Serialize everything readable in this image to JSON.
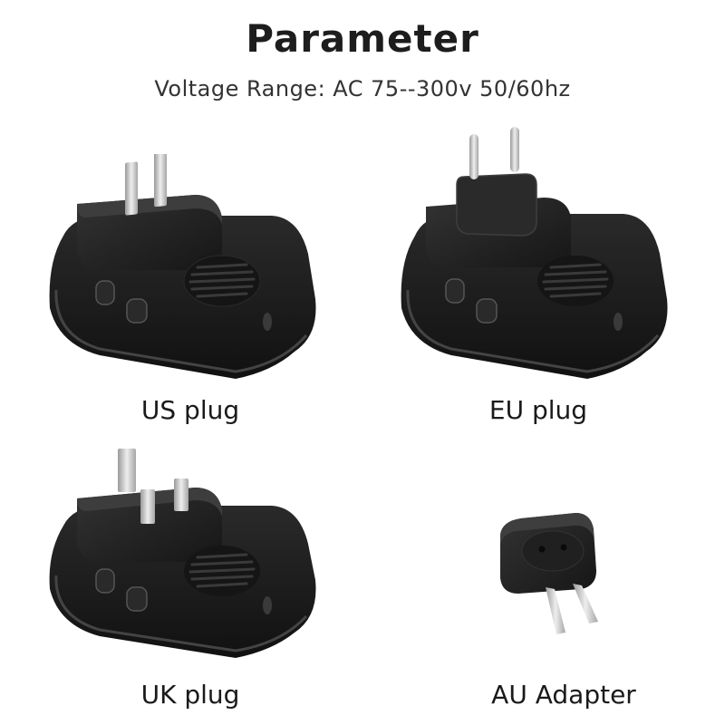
{
  "header": {
    "title": "Parameter",
    "subtitle": "Voltage Range: AC 75--300v 50/60hz"
  },
  "products": [
    {
      "label": "US plug",
      "icon": "us-plug-doorbell-receiver-icon"
    },
    {
      "label": "EU plug",
      "icon": "eu-plug-doorbell-receiver-icon"
    },
    {
      "label": "UK plug",
      "icon": "uk-plug-doorbell-receiver-icon"
    },
    {
      "label": "AU Adapter",
      "icon": "au-adapter-icon"
    }
  ],
  "colors": {
    "device_body": "#1c1c1c",
    "device_edge": "#3a3a3a",
    "prong_metal": "#c9c9c9"
  }
}
